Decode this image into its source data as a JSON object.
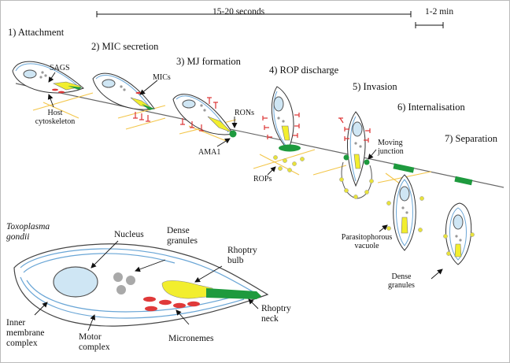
{
  "timeline": {
    "main_label": "15-20 seconds",
    "short_label": "1-2 min"
  },
  "steps": [
    "1) Attachment",
    "2) MIC secretion",
    "3) MJ formation",
    "4) ROP discharge",
    "5) Invasion",
    "6) Internalisation",
    "7) Separation"
  ],
  "top_labels": {
    "sags": "SAGS",
    "mics": "MICs",
    "host_line1": "Host",
    "host_line2": "cytoskeleton",
    "rons": "RONs",
    "ama1": "AMA1",
    "rops": "ROPs",
    "moving_line1": "Moving",
    "moving_line2": "junction",
    "parasitophorous_line1": "Parasitophorous",
    "parasitophorous_line2": "vacuole",
    "dense_line1": "Dense",
    "dense_line2": "granules"
  },
  "organism": {
    "genus": "Toxoplasma",
    "species": "gondii"
  },
  "bottom_labels": {
    "nucleus": "Nucleus",
    "dense_line1": "Dense",
    "dense_line2": "granules",
    "rhoptry_bulb_line1": "Rhoptry",
    "rhoptry_bulb_line2": "bulb",
    "inner_line1": "Inner",
    "inner_line2": "membrane",
    "inner_line3": "complex",
    "motor_line1": "Motor",
    "motor_line2": "complex",
    "micronemes": "Micronemes",
    "rhoptry_neck_line1": "Rhoptry",
    "rhoptry_neck_line2": "neck"
  },
  "colors": {
    "nucleus": "#cfe6f4",
    "granule": "#a9a9a9",
    "rhoptry_bulb": "#f2ee2e",
    "rhoptry_neck": "#1e9a3e",
    "microneme": "#e03a3a",
    "cytoskeleton": "#f3c64a",
    "rop_dot": "#e8e23c",
    "membrane": "#6aa6d6"
  }
}
